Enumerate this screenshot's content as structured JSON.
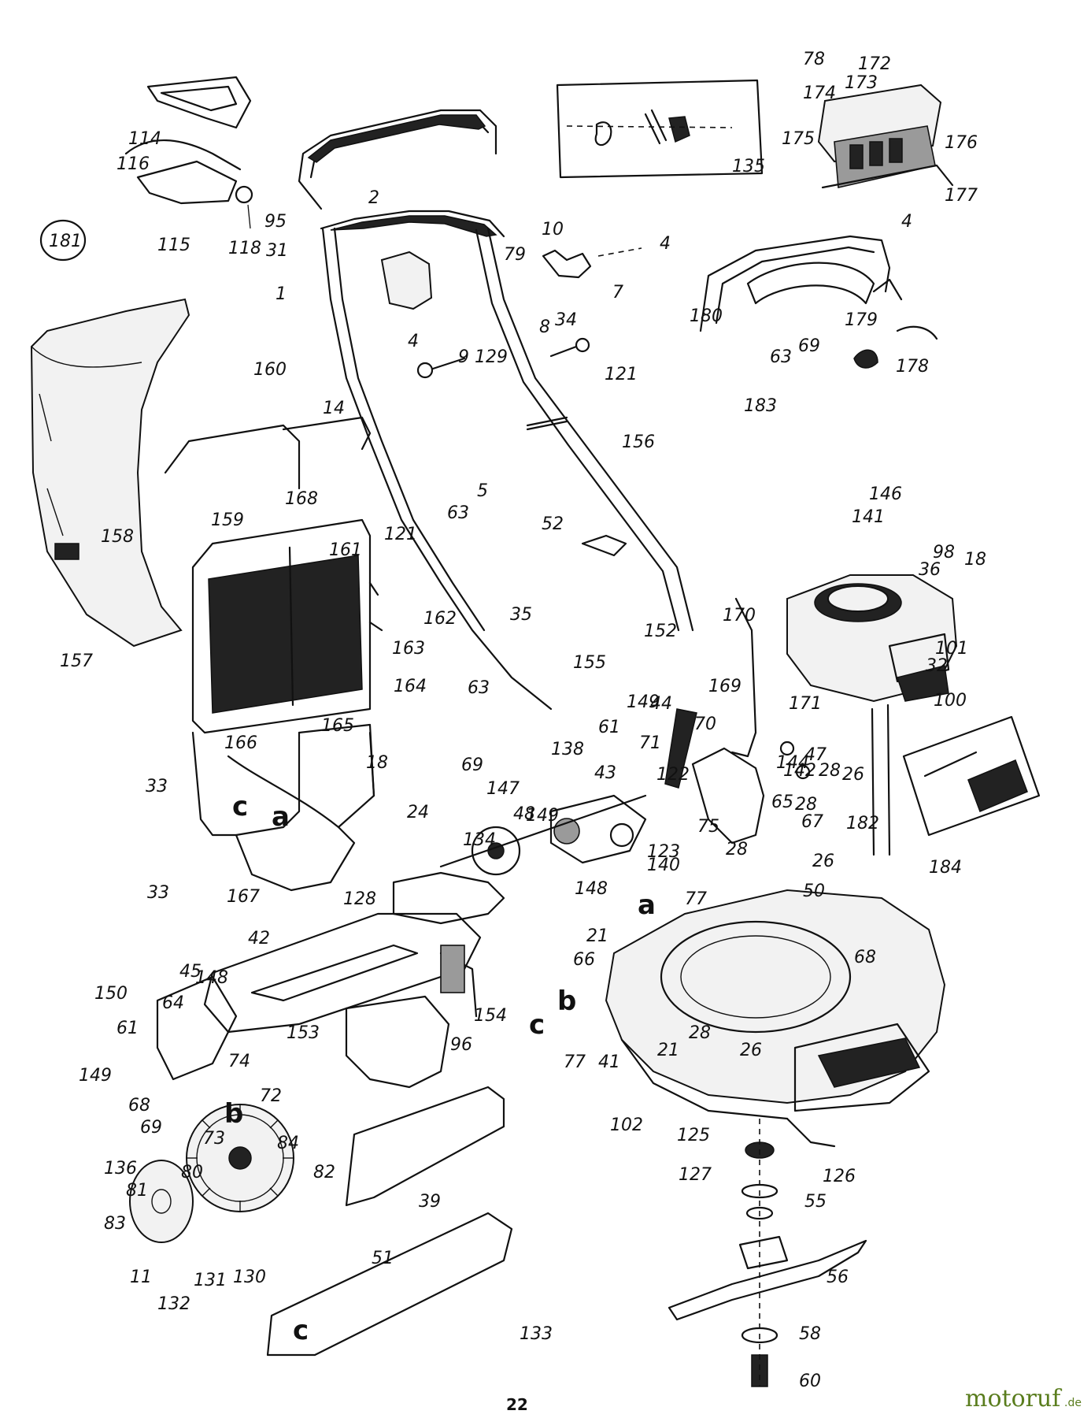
{
  "diagram_number": "181",
  "page_number": "22",
  "watermark": {
    "name": "motoruf",
    "suffix": ".de"
  },
  "section_letters": {
    "a": "a",
    "b": "b",
    "c": "c"
  },
  "part_labels": [
    "1",
    "2",
    "4",
    "5",
    "7",
    "8",
    "9",
    "10",
    "11",
    "14",
    "18",
    "21",
    "24",
    "26",
    "28",
    "31",
    "32",
    "33",
    "34",
    "35",
    "36",
    "39",
    "41",
    "42",
    "43",
    "44",
    "45",
    "47",
    "48",
    "50",
    "51",
    "52",
    "55",
    "56",
    "58",
    "60",
    "61",
    "63",
    "64",
    "65",
    "66",
    "67",
    "68",
    "69",
    "70",
    "71",
    "72",
    "73",
    "74",
    "75",
    "77",
    "78",
    "79",
    "80",
    "81",
    "82",
    "83",
    "84",
    "95",
    "96",
    "98",
    "100",
    "101",
    "102",
    "114",
    "115",
    "116",
    "118",
    "121",
    "122",
    "123",
    "125",
    "126",
    "127",
    "128",
    "129",
    "130",
    "131",
    "132",
    "133",
    "134",
    "135",
    "136",
    "138",
    "140",
    "141",
    "142",
    "144",
    "146",
    "147",
    "148",
    "149",
    "150",
    "152",
    "153",
    "154",
    "155",
    "156",
    "157",
    "158",
    "159",
    "160",
    "161",
    "162",
    "163",
    "164",
    "165",
    "166",
    "167",
    "168",
    "169",
    "170",
    "171",
    "172",
    "173",
    "174",
    "175",
    "176",
    "177",
    "178",
    "179",
    "180",
    "182",
    "183",
    "184"
  ]
}
